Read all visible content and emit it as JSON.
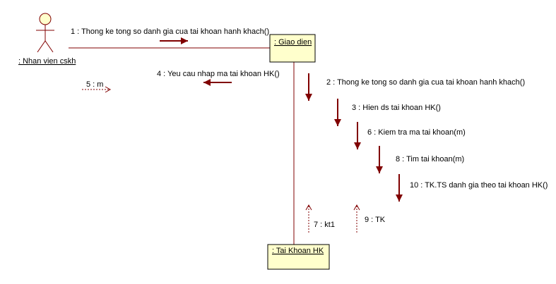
{
  "actor": {
    "name": ": Nhan vien cskh",
    "icon": "stick-figure-actor-icon"
  },
  "objects": {
    "giao_dien": ": Giao dien",
    "tai_khoan_hk": ": Tai  Khoan  HK"
  },
  "messages": {
    "m1": "1 : Thong ke tong so danh gia cua tai khoan hanh khach()",
    "m2": "2 : Thong ke tong so danh gia cua tai khoan hanh khach()",
    "m3": "3 : Hien ds tai khoan HK()",
    "m4": "4 : Yeu cau nhap ma tai khoan HK()",
    "m5": "5 : m",
    "m6": "6 : Kiem tra ma tai khoan(m)",
    "m7": "7 : kt1",
    "m8": "8 : Tim tai khoan(m)",
    "m9": "9 : TK",
    "m10": "10 : TK.TS danh gia theo tai khoan HK()"
  },
  "colors": {
    "arrow": "#800000",
    "object_fill": "#ffffcc",
    "line": "#800000"
  }
}
